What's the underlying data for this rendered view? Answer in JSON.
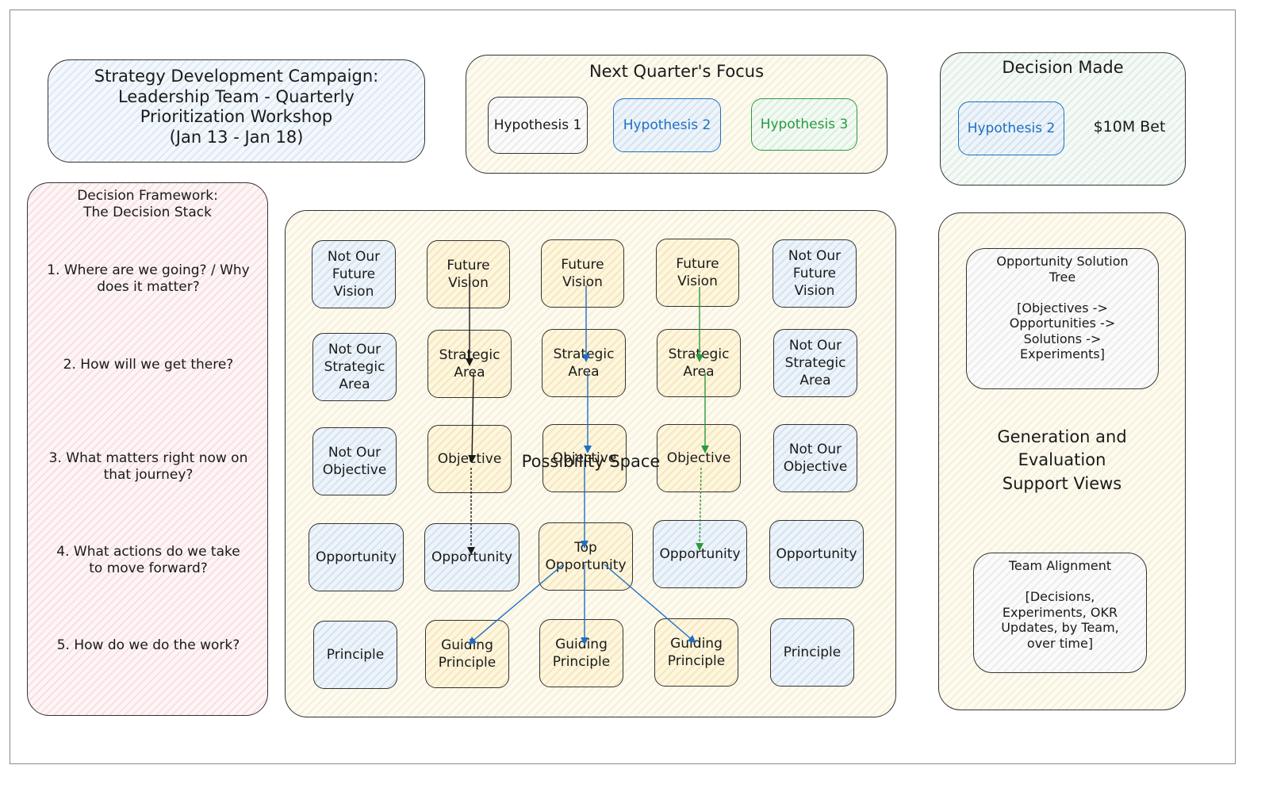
{
  "title": {
    "lines": "Strategy Development Campaign:\nLeadership Team - Quarterly\nPrioritization Workshop\n(Jan 13 - Jan 18)"
  },
  "next_quarter": {
    "heading": "Next Quarter's Focus",
    "hypotheses": [
      "Hypothesis 1",
      "Hypothesis 2",
      "Hypothesis 3"
    ]
  },
  "decision": {
    "heading": "Decision Made",
    "hypothesis": "Hypothesis 2",
    "bet": "$10M Bet"
  },
  "framework": {
    "heading": "Decision Framework:\nThe Decision Stack",
    "questions": [
      "1. Where are we going? / Why\ndoes it matter?",
      "2. How will we get there?",
      "3. What matters right now on\nthat journey?",
      "4. What actions do we take\nto move forward?",
      "5. How do we do the work?"
    ]
  },
  "possibility": {
    "label": "Possibility Space",
    "grid": [
      [
        "Not Our\nFuture\nVision",
        "Future\nVision",
        "Future\nVision",
        "Future\nVision",
        "Not Our\nFuture\nVision"
      ],
      [
        "Not Our\nStrategic\nArea",
        "Strategic\nArea",
        "Strategic\nArea",
        "Strategic\nArea",
        "Not Our\nStrategic\nArea"
      ],
      [
        "Not Our\nObjective",
        "Objective",
        "Objective",
        "Objective",
        "Not Our\nObjective"
      ],
      [
        "Opportunity",
        "Opportunity",
        "Top\nOpportunity",
        "Opportunity",
        "Opportunity"
      ],
      [
        "Principle",
        "Guiding\nPrinciple",
        "Guiding\nPrinciple",
        "Guiding\nPrinciple",
        "Principle"
      ]
    ]
  },
  "support": {
    "ost": "Opportunity Solution\nTree\n\n[Objectives ->\nOpportunities ->\nSolutions ->\nExperiments]",
    "heading": "Generation and\nEvaluation\nSupport Views",
    "alignment": "Team Alignment\n\n[Decisions,\nExperiments, OKR\nUpdates, by Team,\nover time]"
  },
  "colors": {
    "blue": "#1f6fc4",
    "green": "#2a9a3e",
    "black": "#1a1a1a"
  }
}
